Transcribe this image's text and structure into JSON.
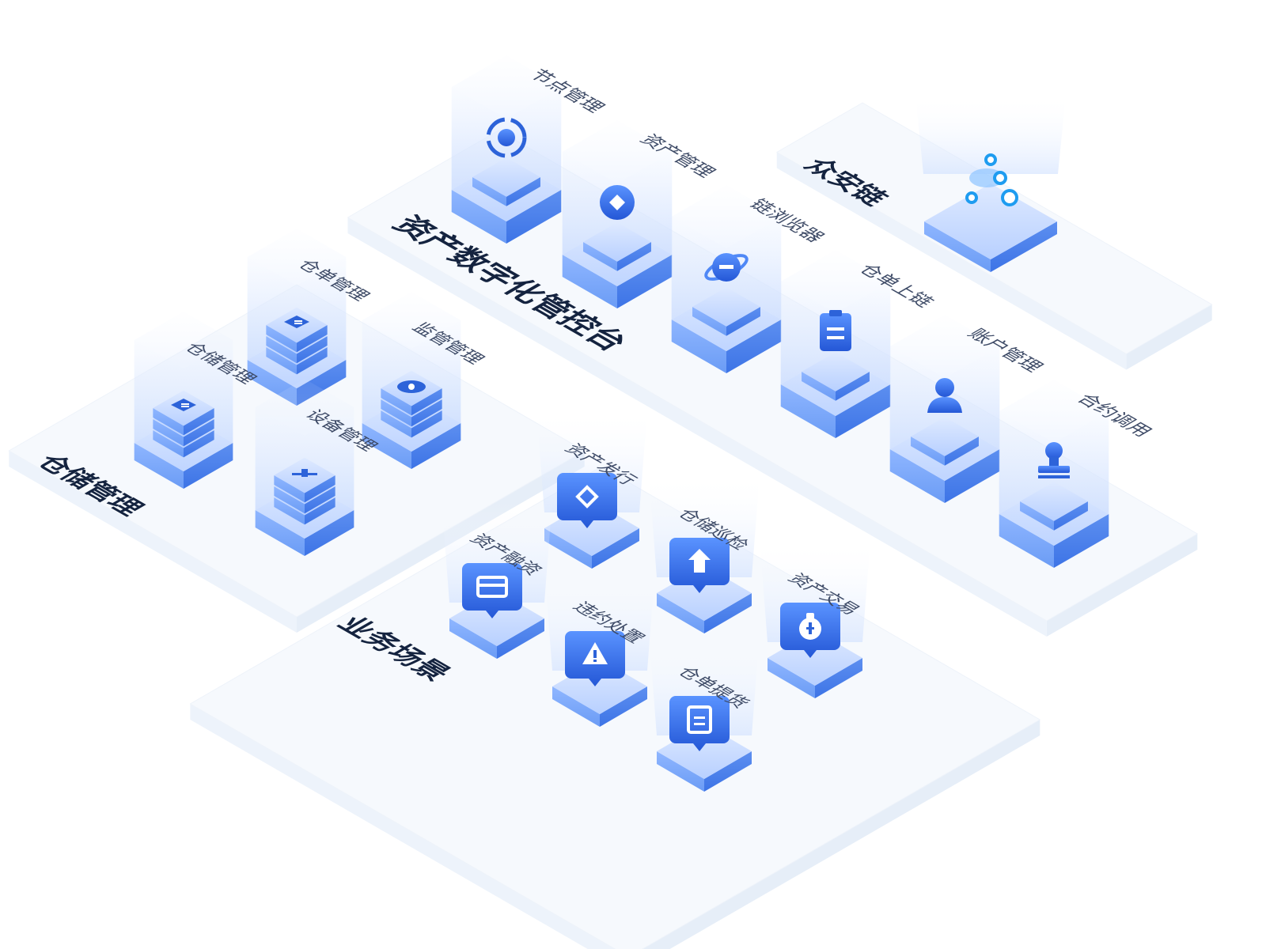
{
  "platforms": {
    "console": "资产数字化管控台",
    "chain": "众安链",
    "warehouse": "仓储管理",
    "business": "业务场景"
  },
  "console_modules": [
    "节点管理",
    "资产管理",
    "链浏览器",
    "仓单上链",
    "账户管理",
    "合约调用"
  ],
  "warehouse_modules": [
    "仓单管理",
    "监管管理",
    "仓储管理",
    "设备管理"
  ],
  "business_modules": [
    "资产发行",
    "仓储巡检",
    "资产融资",
    "违约处置",
    "资产交易",
    "仓单提货"
  ],
  "icons": {
    "console": [
      "node-icon",
      "diamond-asset-icon",
      "browser-e-icon",
      "clipboard-icon",
      "user-icon",
      "stamp-icon"
    ],
    "warehouse": [
      "stack-doc-icon",
      "stack-eye-icon",
      "stack-list-icon",
      "stack-device-icon"
    ],
    "business": [
      "diamond-chat-icon",
      "upload-chat-icon",
      "card-chat-icon",
      "warning-chat-icon",
      "money-bag-chat-icon",
      "clipboard-chat-icon"
    ],
    "chain": "chain-nodes-icon"
  },
  "colors": {
    "primary": "#3b7cf0",
    "deep": "#2d63d9",
    "light": "#8fb6ff",
    "platform": "#f6f9fd",
    "platform_edge": "#e6eef8",
    "text_dark": "#14233f",
    "text_mod": "#3d4a66"
  }
}
